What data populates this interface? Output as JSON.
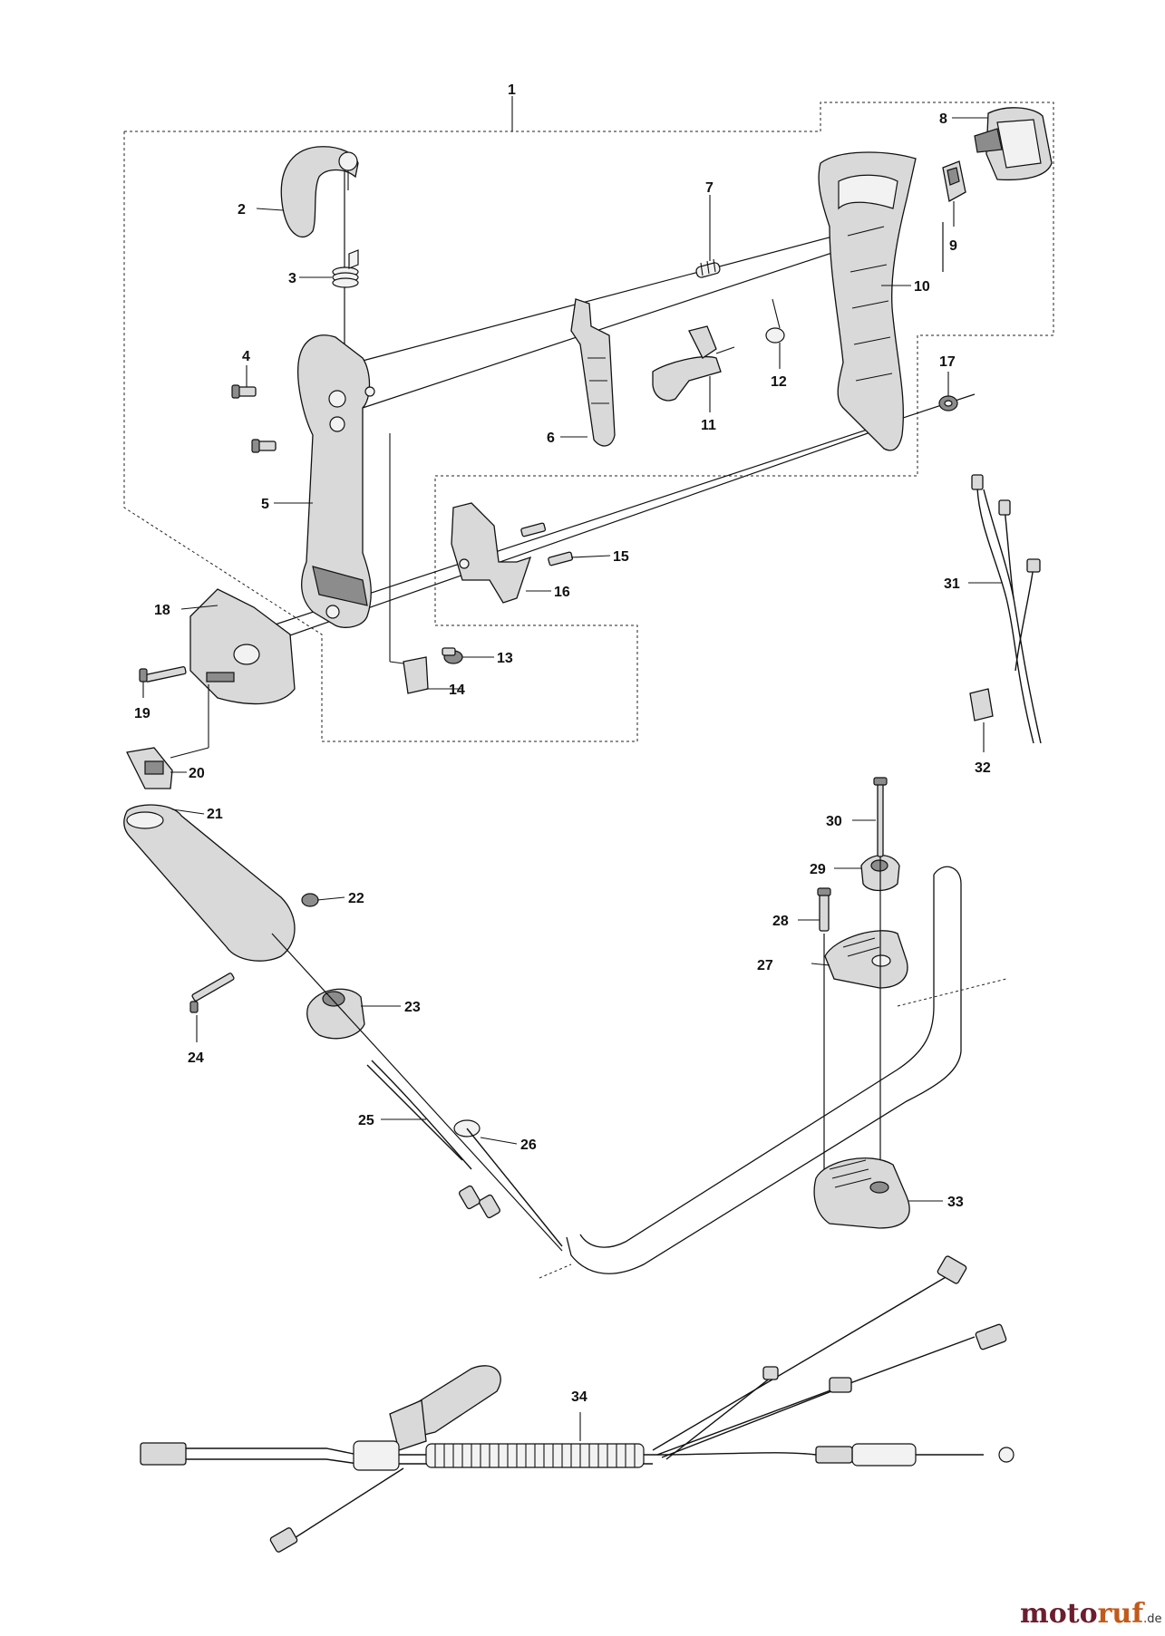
{
  "labels": {
    "p1": "1",
    "p2": "2",
    "p3": "3",
    "p4": "4",
    "p5": "5",
    "p6": "6",
    "p7": "7",
    "p8": "8",
    "p9": "9",
    "p10": "10",
    "p11": "11",
    "p12": "12",
    "p13": "13",
    "p14": "14",
    "p15": "15",
    "p16": "16",
    "p17": "17",
    "p18": "18",
    "p19": "19",
    "p20": "20",
    "p21": "21",
    "p22": "22",
    "p23": "23",
    "p24": "24",
    "p25": "25",
    "p26": "26",
    "p27": "27",
    "p28": "28",
    "p29": "29",
    "p30": "30",
    "p31": "31",
    "p32": "32",
    "p33": "33",
    "p34": "34"
  },
  "watermark": {
    "part1": "moto",
    "part2": "ruf",
    "suffix": ".de"
  }
}
